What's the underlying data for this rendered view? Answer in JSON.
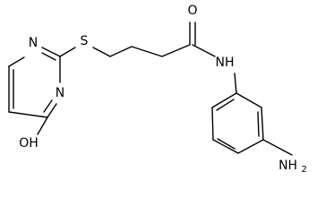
{
  "structure": {
    "atoms": {
      "pyrimidine_n_upper": "N",
      "pyrimidine_n_lower": "N",
      "sulfur": "S",
      "hydroxyl": "OH",
      "carbonyl_oxygen": "O",
      "amide_nh": "NH",
      "amine": "NH",
      "amine_subscript": "2"
    }
  },
  "colors": {
    "bond": "#000000",
    "text": "#000000",
    "background": "#ffffff"
  }
}
